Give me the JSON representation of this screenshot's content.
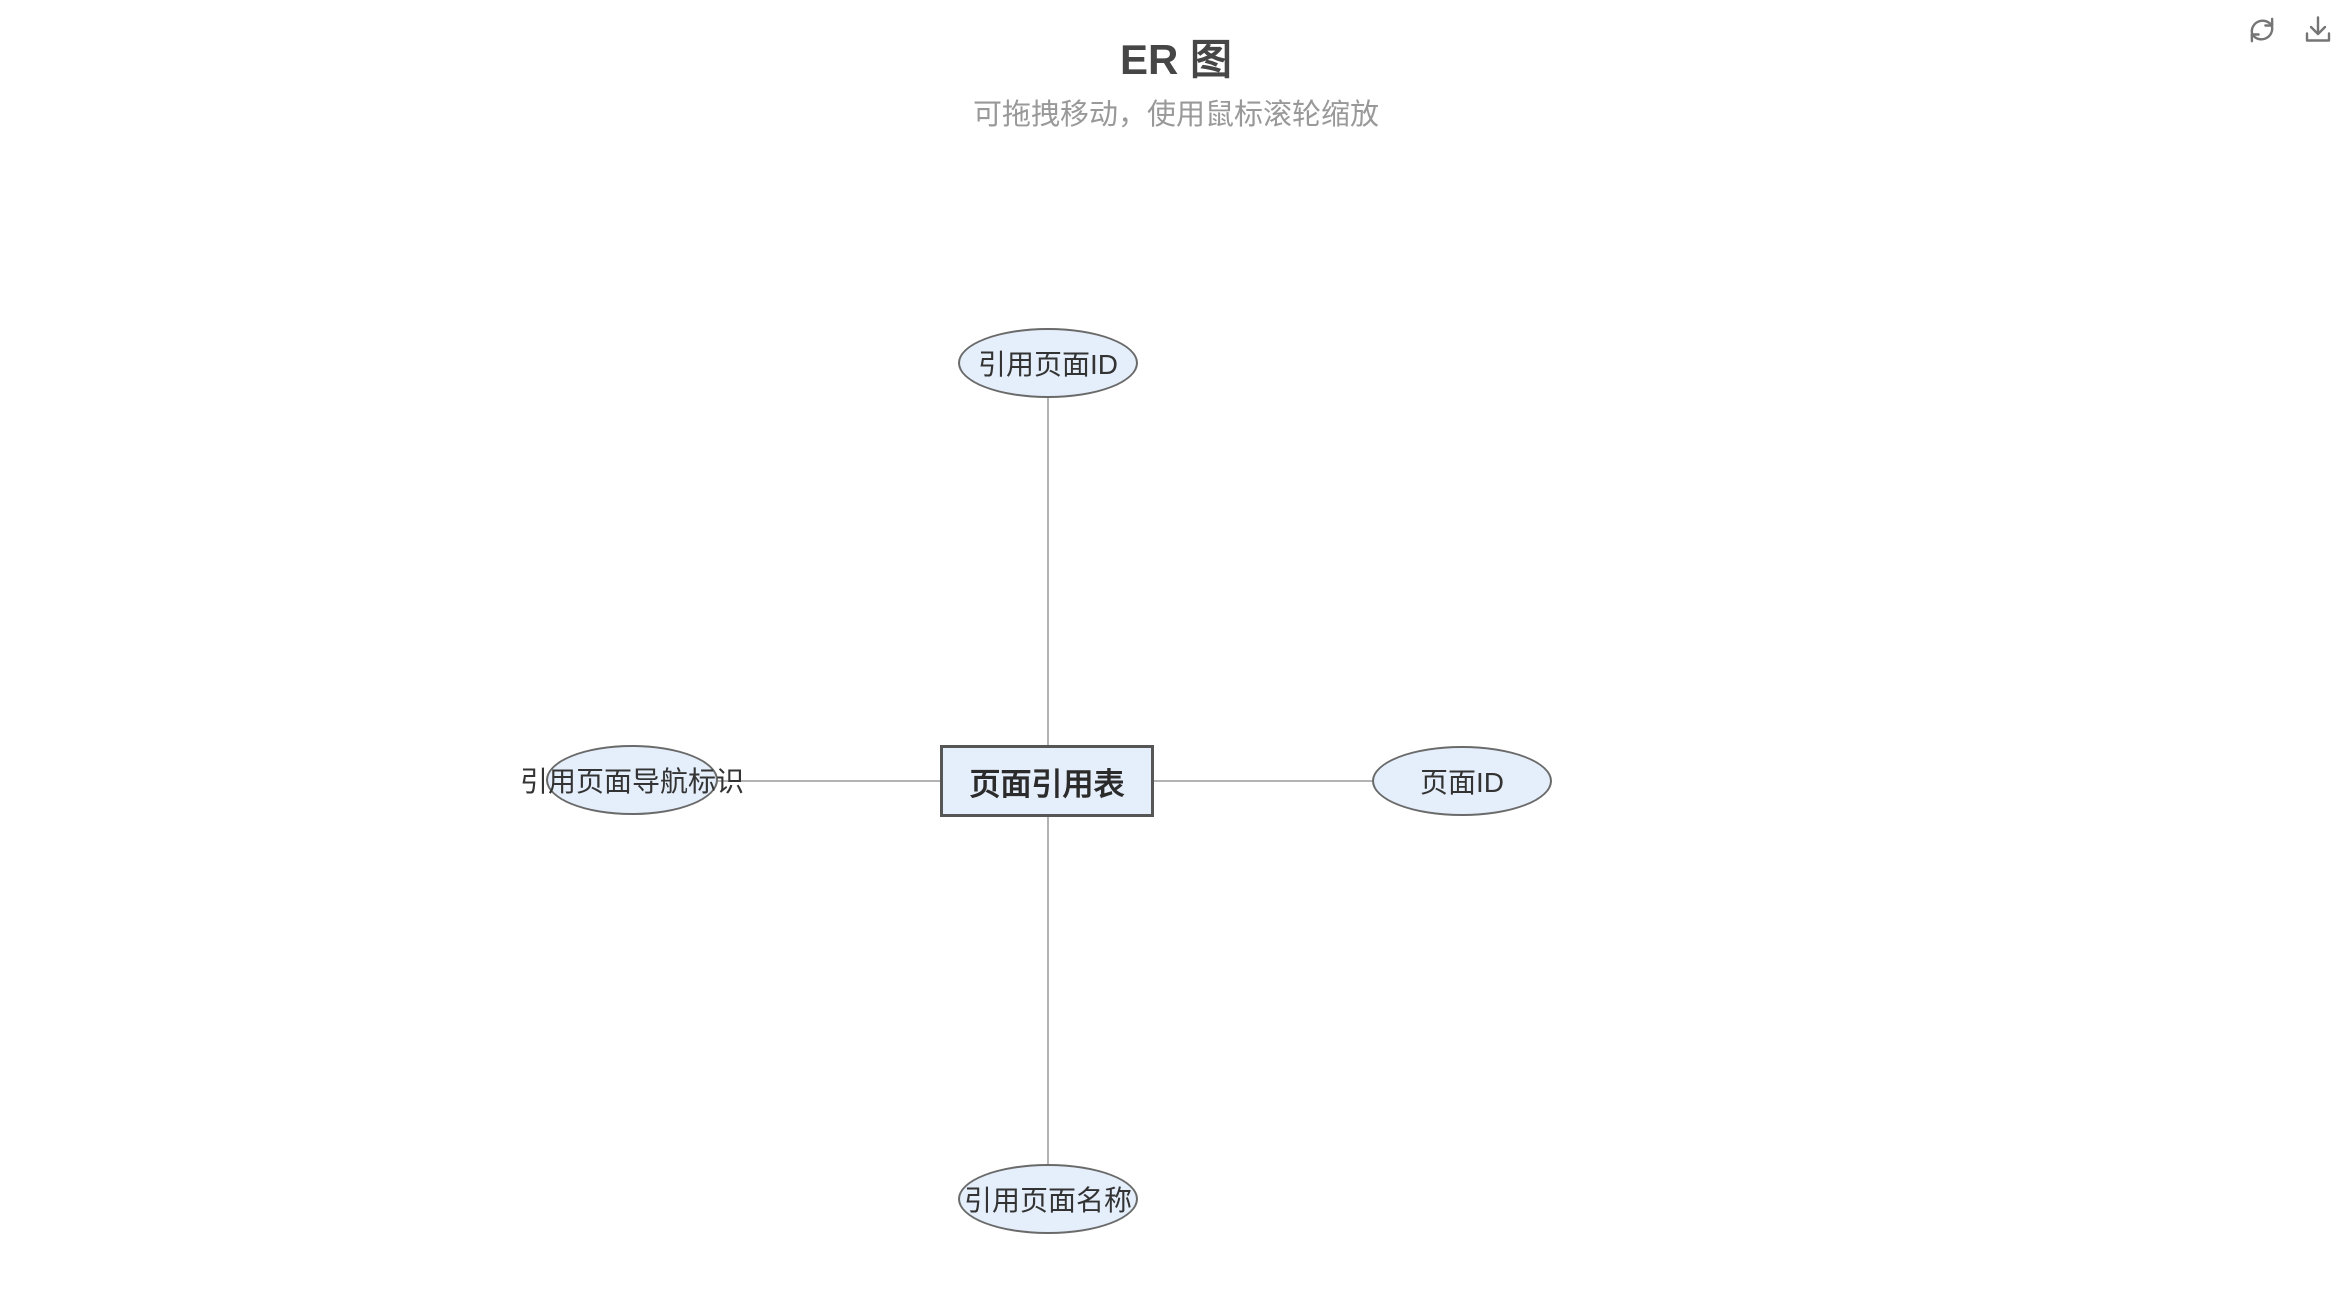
{
  "header": {
    "title": "ER 图",
    "subtitle": "可拖拽移动，使用鼠标滚轮缩放"
  },
  "toolbar": {
    "refresh_icon": "refresh-icon",
    "download_icon": "download-icon"
  },
  "colors": {
    "background": "#ffffff",
    "title_text": "#464646",
    "subtitle_text": "#999999",
    "node_fill": "#e5effb",
    "attribute_border": "#6a6a6a",
    "entity_border": "#565656",
    "node_text": "#333333",
    "edge_line": "#b3b3b3",
    "icon": "#757575"
  },
  "diagram": {
    "type": "er-diagram",
    "entity": {
      "label": "页面引用表"
    },
    "attributes": [
      {
        "label": "引用页面ID",
        "position": "top"
      },
      {
        "label": "引用页面导航标识",
        "position": "left"
      },
      {
        "label": "页面ID",
        "position": "right"
      },
      {
        "label": "引用页面名称",
        "position": "bottom"
      }
    ],
    "edges": [
      {
        "from": "页面引用表",
        "to": "引用页面ID"
      },
      {
        "from": "页面引用表",
        "to": "引用页面导航标识"
      },
      {
        "from": "页面引用表",
        "to": "页面ID"
      },
      {
        "from": "页面引用表",
        "to": "引用页面名称"
      }
    ]
  }
}
